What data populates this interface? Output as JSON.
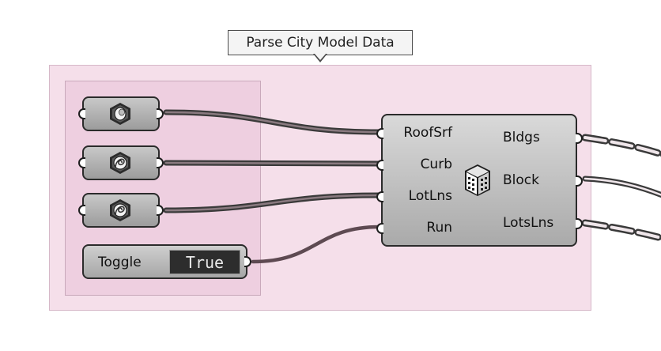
{
  "group": {
    "title": "Parse City Model Data"
  },
  "params": [
    {
      "icon": "surface-param-icon"
    },
    {
      "icon": "curve-param-icon"
    },
    {
      "icon": "curve-param-icon"
    }
  ],
  "toggle": {
    "label": "Toggle",
    "value": "True"
  },
  "component": {
    "icon": "building-icon",
    "inputs": [
      "RoofSrf",
      "Curb",
      "LotLns",
      "Run"
    ],
    "outputs": [
      "Bldgs",
      "Block",
      "LotsLns"
    ]
  }
}
